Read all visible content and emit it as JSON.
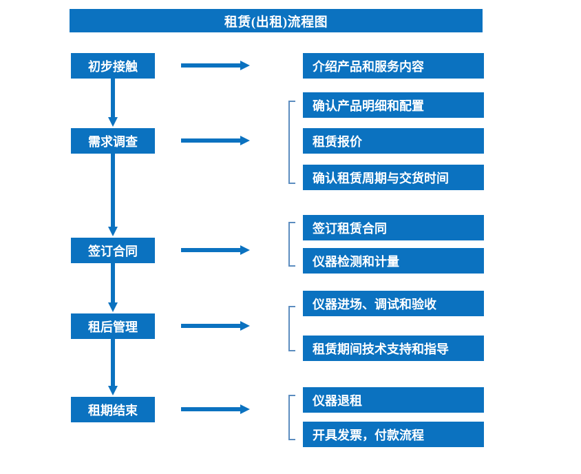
{
  "chart_data": {
    "type": "diagram",
    "title": "租赁(出租)流程图",
    "diagram_kind": "flowchart",
    "orientation": "vertical-with-right-branches",
    "stages": [
      {
        "id": "stage-1",
        "label": "初步接触",
        "details": [
          "介绍产品和服务内容"
        ],
        "bracketed": false
      },
      {
        "id": "stage-2",
        "label": "需求调查",
        "details": [
          "确认产品明细和配置",
          "租赁报价",
          "确认租赁周期与交货时间"
        ],
        "bracketed": true
      },
      {
        "id": "stage-3",
        "label": "签订合同",
        "details": [
          "签订租赁合同",
          "仪器检测和计量"
        ],
        "bracketed": true
      },
      {
        "id": "stage-4",
        "label": "租后管理",
        "details": [
          "仪器进场、调试和验收",
          "租赁期间技术支持和指导"
        ],
        "bracketed": true
      },
      {
        "id": "stage-5",
        "label": "租期结束",
        "details": [
          "仪器退租",
          "开具发票，付款流程"
        ],
        "bracketed": true
      }
    ]
  },
  "header": {
    "title": "租赁(出租)流程图"
  },
  "colors": {
    "box_fill": "#0b72c0",
    "box_text": "#ffffff",
    "arrow": "#0b72c0",
    "bracket": "#5b8cbf",
    "background": "#ffffff"
  },
  "left_column": {
    "boxes": [
      {
        "label": "初步接触"
      },
      {
        "label": "需求调查"
      },
      {
        "label": "签订合同"
      },
      {
        "label": "租后管理"
      },
      {
        "label": "租期结束"
      }
    ]
  },
  "right_column": {
    "boxes": [
      {
        "label": "介绍产品和服务内容"
      },
      {
        "label": "确认产品明细和配置"
      },
      {
        "label": "租赁报价"
      },
      {
        "label": "确认租赁周期与交货时间"
      },
      {
        "label": "签订租赁合同"
      },
      {
        "label": "仪器检测和计量"
      },
      {
        "label": "仪器进场、调试和验收"
      },
      {
        "label": "租赁期间技术支持和指导"
      },
      {
        "label": "仪器退租"
      },
      {
        "label": "开具发票，付款流程"
      }
    ]
  },
  "connectors": {
    "vertical_arrow_count": 4,
    "horizontal_arrow_count": 5,
    "bracket_count": 4
  }
}
